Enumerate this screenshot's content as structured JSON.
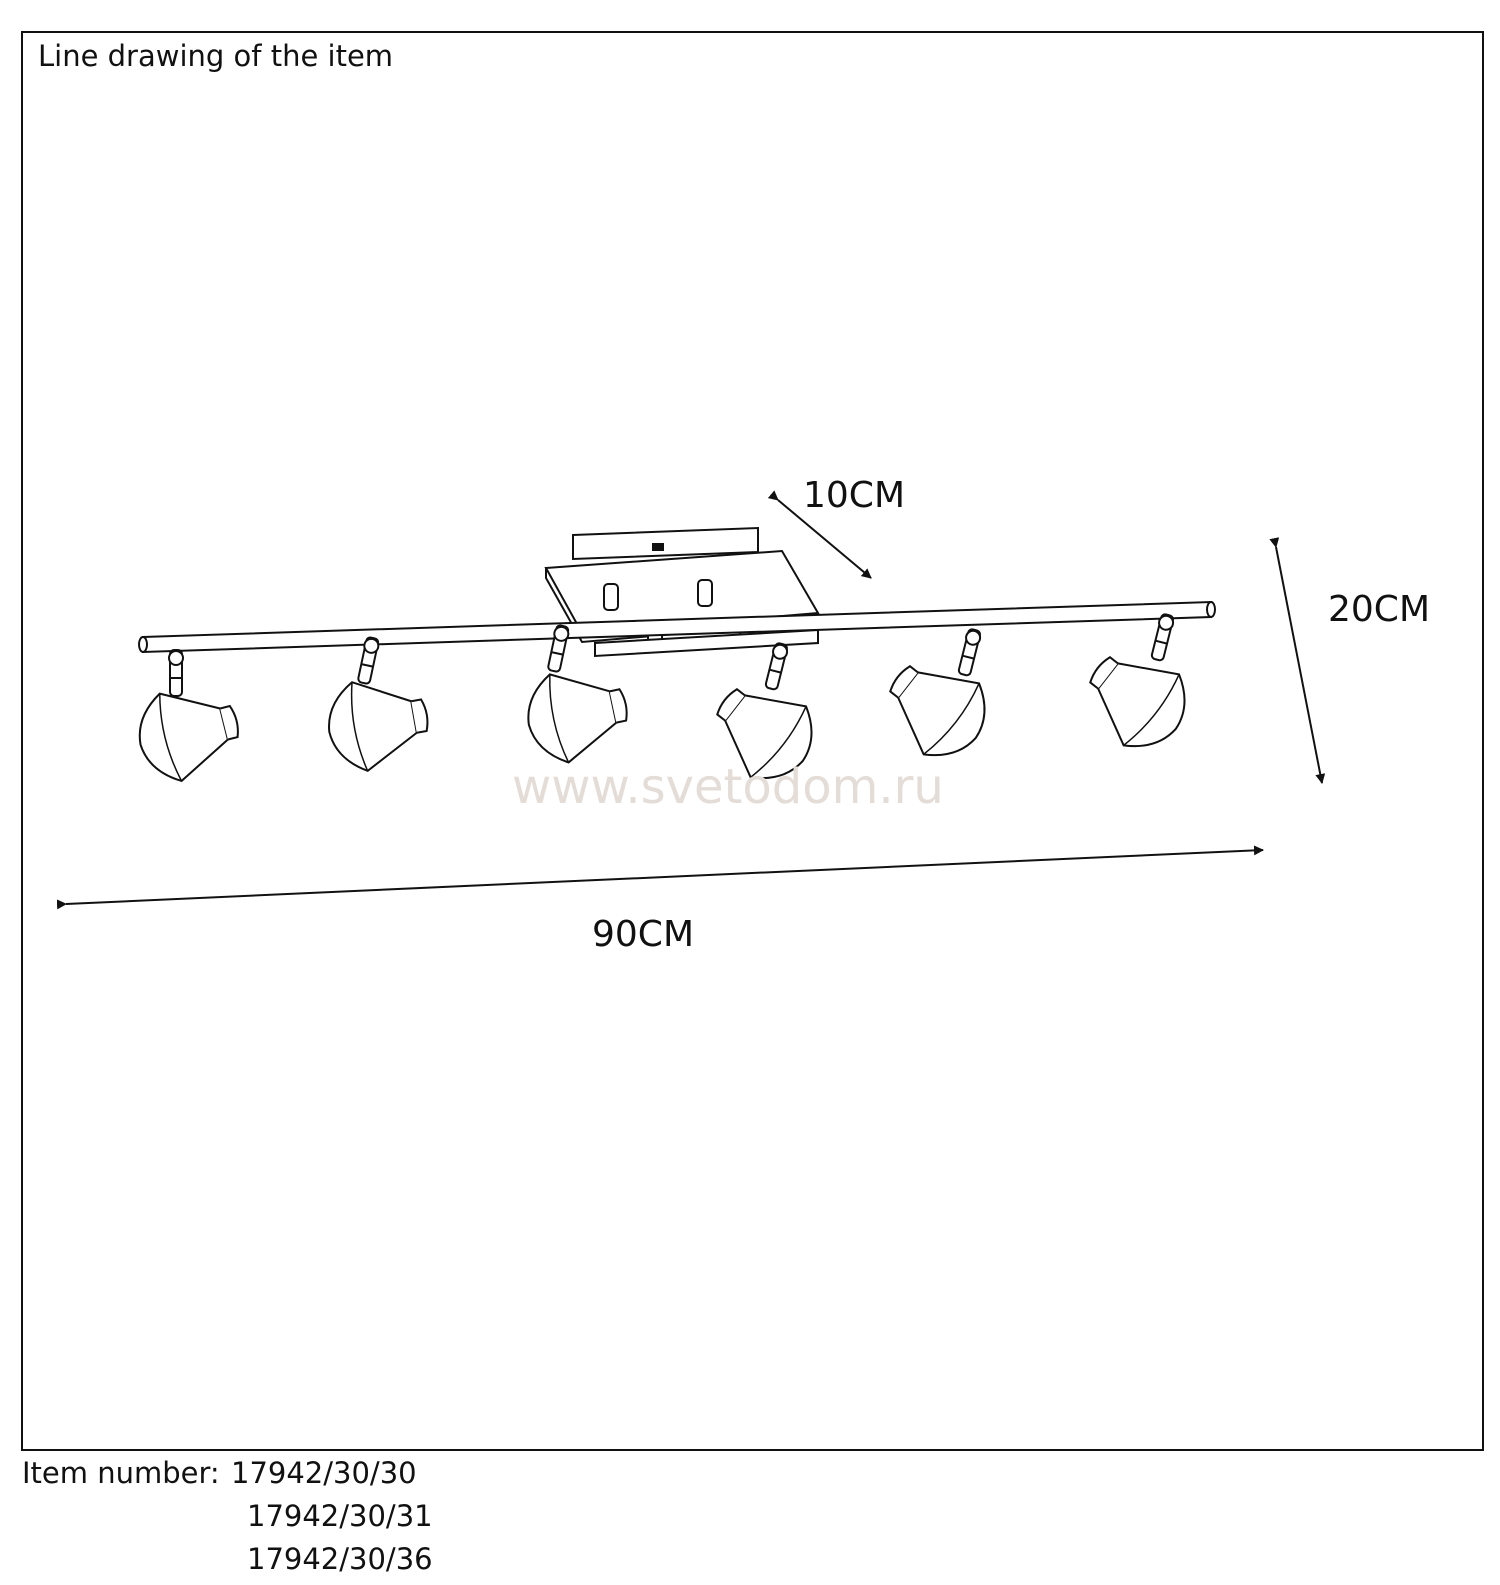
{
  "title": "Line drawing of the item",
  "dimensions": {
    "depth": "10CM",
    "height": "20CM",
    "width": "90CM"
  },
  "watermark": "www.svetodom.ru",
  "item": {
    "label": "Item number:",
    "numbers": [
      "17942/30/30",
      "17942/30/31",
      "17942/30/36"
    ]
  },
  "colors": {
    "line": "#111111",
    "watermark": "#e4dcd6",
    "background": "#ffffff"
  }
}
